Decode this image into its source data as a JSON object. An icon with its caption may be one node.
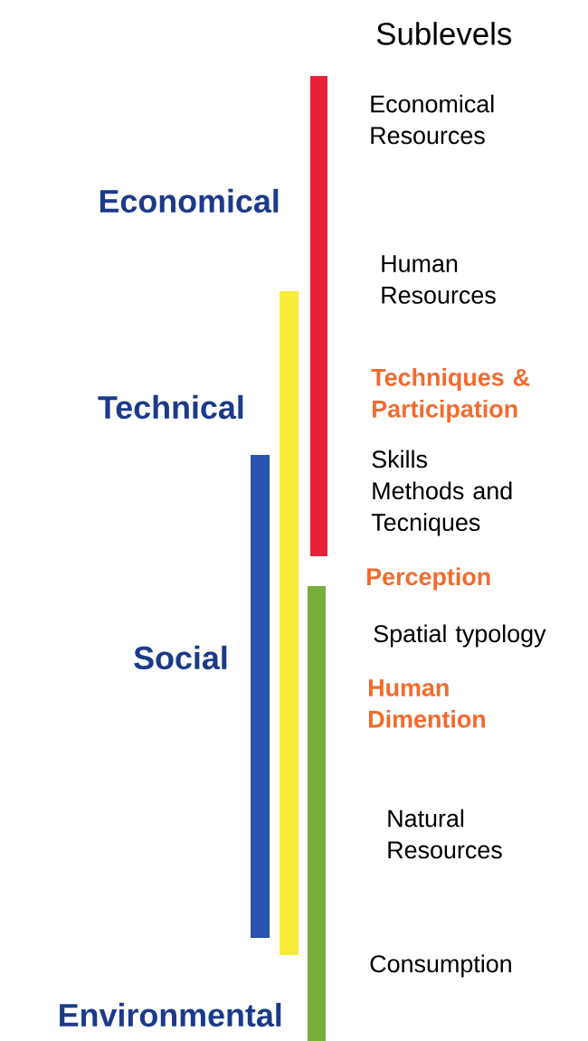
{
  "diagram": {
    "title": "Sublevels",
    "nodes": [
      {
        "text": [],
        "shape": "bar",
        "beside": [
          "Economical"
        ]
      },
      {
        "text": [],
        "shape": "bar",
        "beside": [
          "Technical"
        ]
      },
      {
        "text": [],
        "shape": "bar",
        "beside": [
          "Social"
        ]
      },
      {
        "text": [],
        "shape": "bar",
        "beside": [
          "Environmental"
        ]
      }
    ],
    "labels": [
      "Economical Resources",
      "Human Resources",
      "Techniques & Participation",
      "Skills Methods and Tecniques",
      "Perception",
      "Spatial typology",
      "Human Dimention",
      "Natural Resources",
      "Consumption"
    ]
  }
}
